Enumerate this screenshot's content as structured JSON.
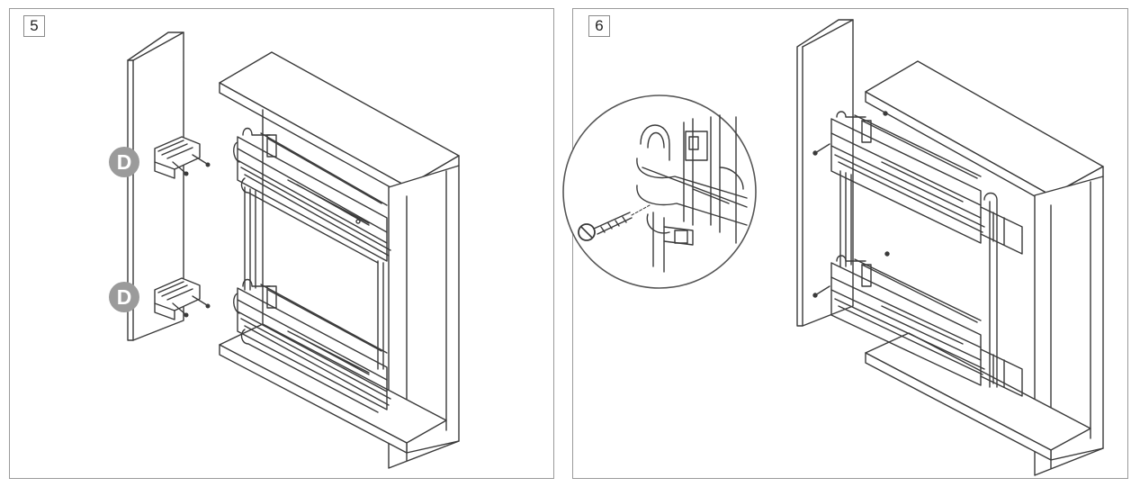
{
  "steps": [
    {
      "number": "5",
      "part_label": "D"
    },
    {
      "number": "6"
    }
  ],
  "colors": {
    "line": "#3a3a3a",
    "badge": "#9b9b9b",
    "frame": "#9a9a9a"
  }
}
